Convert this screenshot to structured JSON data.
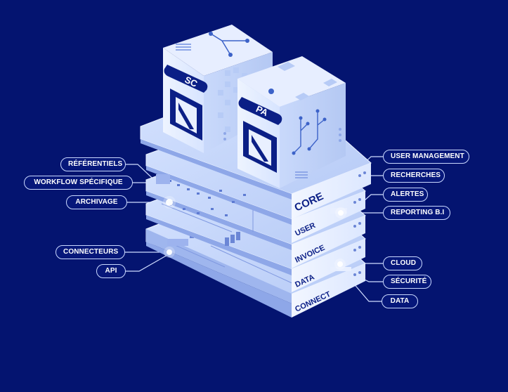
{
  "modules": {
    "left": {
      "referentiels": "RÉFÉRENTIELS",
      "workflow": "WORKFLOW SPÉCIFIQUE",
      "archivage": "ARCHIVAGE",
      "connecteurs": "CONNECTEURS",
      "api": "API"
    },
    "right": {
      "user_management": "USER MANAGEMENT",
      "recherches": "RECHERCHES",
      "alertes": "ALERTES",
      "reporting": "REPORTING B.I",
      "cloud": "CLOUD",
      "securite": "SÉCURITÉ",
      "data": "DATA"
    }
  },
  "layers": {
    "core": "CORE",
    "user": "USER",
    "invoice": "INVOICE",
    "data": "DATA",
    "connect": "CONNECT"
  },
  "servers": {
    "sc": "SC",
    "pa": "PA"
  },
  "colors": {
    "background": "#041470",
    "slab_top": "#c7d8fb",
    "slab_face": "#eaf1ff",
    "slab_side": "#a8bff2",
    "label_text": "#0b1f86",
    "pill_border": "#c9d8ff"
  }
}
